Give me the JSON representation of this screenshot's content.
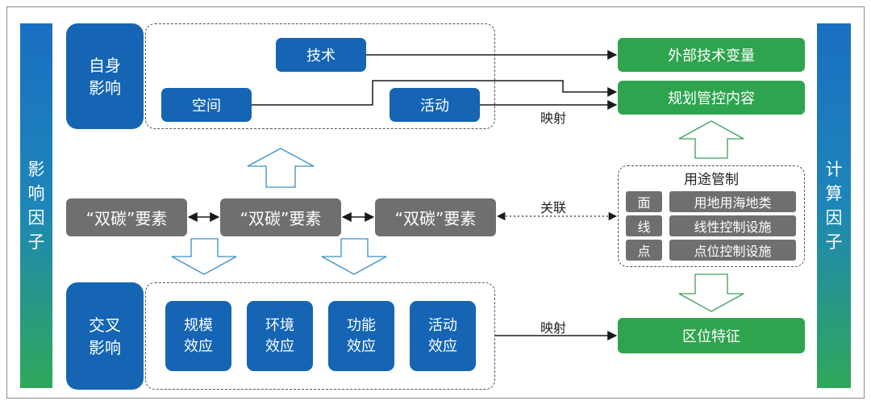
{
  "left_sidebar": "影响因子",
  "right_sidebar": "计算因子",
  "self_influence": {
    "title": "自身\n影响",
    "tech": "技术",
    "space": "空间",
    "activity": "活动"
  },
  "cross_influence": {
    "title": "交叉\n影响",
    "effects": [
      "规模\n效应",
      "环境\n效应",
      "功能\n效应",
      "活动\n效应"
    ]
  },
  "carbon_elements": [
    "“双碳”要素",
    "“双碳”要素",
    "“双碳”要素"
  ],
  "outputs": {
    "external_tech": "外部技术变量",
    "planning_control": "规划管控内容",
    "location_features": "区位特征"
  },
  "labels": {
    "mapping_top": "映射",
    "association": "关联",
    "mapping_bottom": "映射"
  },
  "land_use_control": {
    "title": "用途管制",
    "rows": [
      {
        "key": "面",
        "value": "用地用海地类"
      },
      {
        "key": "线",
        "value": "线性控制设施"
      },
      {
        "key": "点",
        "value": "点位控制设施"
      }
    ]
  },
  "colors": {
    "blue": "#1565b4",
    "green": "#2ea44f",
    "gray": "#6f6f6f",
    "sidebar_top": "#1a6fc2",
    "sidebar_bottom": "#2fa85a"
  }
}
